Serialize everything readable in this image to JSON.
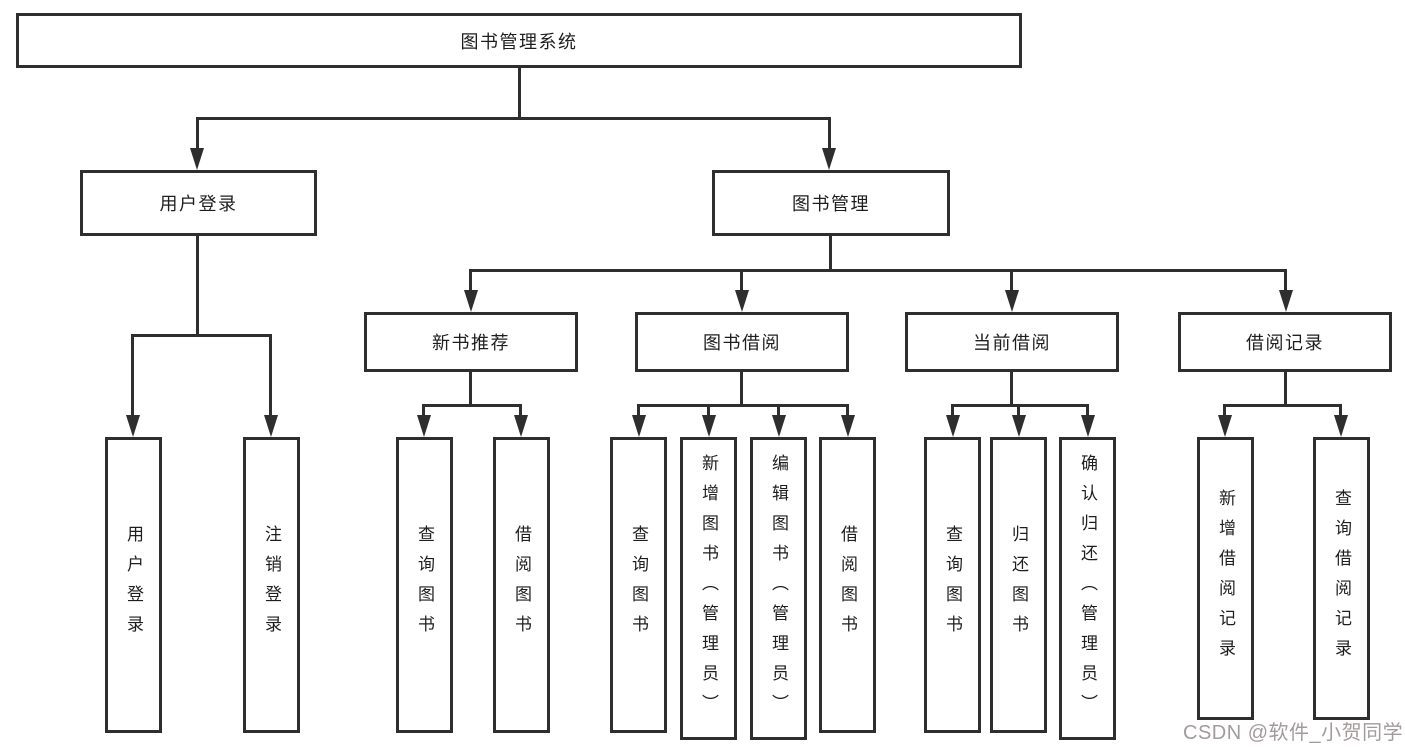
{
  "diagram": {
    "root": {
      "label": "图书管理系统"
    },
    "branches": [
      {
        "label": "用户登录",
        "children": [
          "用户登录",
          "注销登录"
        ]
      },
      {
        "label": "图书管理",
        "children": [
          {
            "label": "新书推荐",
            "children": [
              "查询图书",
              "借阅图书"
            ]
          },
          {
            "label": "图书借阅",
            "children": [
              "查询图书",
              "新增图书（管理员）",
              "编辑图书（管理员）",
              "借阅图书"
            ]
          },
          {
            "label": "当前借阅",
            "children": [
              "查询图书",
              "归还图书",
              "确认归还（管理员）"
            ]
          },
          {
            "label": "借阅记录",
            "children": [
              "新增借阅记录",
              "查询借阅记录"
            ]
          }
        ]
      }
    ]
  },
  "watermark": {
    "text": "CSDN @软件_小贺同学",
    "color": "#9e9696"
  },
  "colors": {
    "line": "#2e2e2e",
    "box_border": "#2e2e2e",
    "box_background": "#ffffff",
    "text": "#1e1e1e",
    "page_background": "#ffffff"
  }
}
